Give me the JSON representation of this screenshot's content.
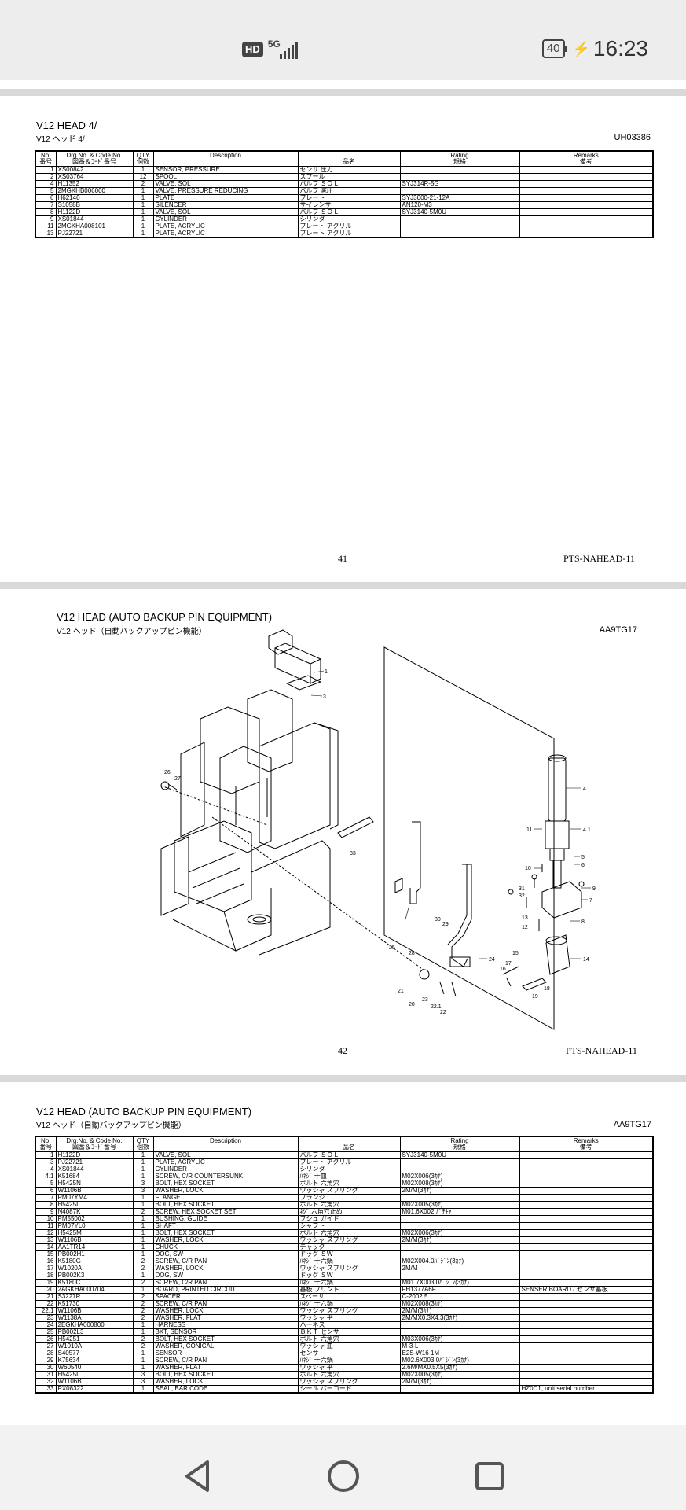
{
  "status_bar": {
    "hd_label": "HD",
    "network_label": "5G",
    "battery": "40",
    "time": "16:23"
  },
  "page1": {
    "title": "V12 HEAD  4/",
    "subtitle": "V12 ヘッド  4/",
    "doc_code": "UH03386",
    "page_number": "41",
    "doc_id": "PTS-NAHEAD-11",
    "columns": {
      "no": "No.",
      "no_jp": "番号",
      "code": "Drg.No. & Code No.",
      "code_jp": "図番＆ｺｰﾄﾞ番号",
      "qty": "QTY",
      "qty_jp": "個数",
      "desc": "Description",
      "name_jp": "品名",
      "rating": "Rating",
      "rating_jp": "規格",
      "remarks": "Remarks",
      "remarks_jp": "備考"
    },
    "rows": [
      {
        "no": "1",
        "code": "XS00842",
        "qty": "1",
        "desc": "SENSOR, PRESSURE",
        "jp": "センサ  圧力",
        "rating": "",
        "remarks": ""
      },
      {
        "no": "2",
        "code": "XS03764",
        "qty": "12",
        "desc": "SPOOL",
        "jp": "スプール",
        "rating": "",
        "remarks": ""
      },
      {
        "no": "4",
        "code": "H11352",
        "qty": "2",
        "desc": "VALVE, SOL",
        "jp": "バルブ  ＳＯＬ",
        "rating": "SYJ314R-5G",
        "remarks": ""
      },
      {
        "no": "5",
        "code": "2MGKHB006000",
        "qty": "1",
        "desc": "VALVE, PRESSURE REDUCING",
        "jp": "バルブ  減圧",
        "rating": "",
        "remarks": ""
      },
      {
        "no": "6",
        "code": "H62140",
        "qty": "1",
        "desc": "PLATE",
        "jp": "プレート",
        "rating": "SYJ3000-21-12A",
        "remarks": ""
      },
      {
        "no": "7",
        "code": "S1058B",
        "qty": "1",
        "desc": "SILENCER",
        "jp": "サイレンサ",
        "rating": "AN120-M3",
        "remarks": ""
      },
      {
        "no": "8",
        "code": "H1122D",
        "qty": "1",
        "desc": "VALVE, SOL",
        "jp": "バルブ  ＳＯＬ",
        "rating": "SYJ3140-5M0U",
        "remarks": ""
      },
      {
        "no": "9",
        "code": "XS01844",
        "qty": "1",
        "desc": "CYLINDER",
        "jp": "シリンダ",
        "rating": "",
        "remarks": ""
      },
      {
        "no": "11",
        "code": "2MGKHA008101",
        "qty": "1",
        "desc": "PLATE, ACRYLIC",
        "jp": "プレート  アクリル",
        "rating": "",
        "remarks": ""
      },
      {
        "no": "13",
        "code": "PJ22721",
        "qty": "1",
        "desc": "PLATE, ACRYLIC",
        "jp": "プレート  アクリル",
        "rating": "",
        "remarks": ""
      }
    ]
  },
  "page2": {
    "title": "V12 HEAD (AUTO BACKUP PIN EQUIPMENT)",
    "subtitle": "V12 ヘッド（自動バックアップピン機能）",
    "doc_code": "AA9TG17",
    "page_number": "42",
    "doc_id": "PTS-NAHEAD-11",
    "callouts": [
      "1",
      "3",
      "4",
      "4.1",
      "5",
      "6",
      "7",
      "8",
      "9",
      "10",
      "11",
      "12",
      "13",
      "14",
      "15",
      "16",
      "17",
      "18",
      "19",
      "20",
      "21",
      "22",
      "22.1",
      "23",
      "24",
      "25",
      "26",
      "27",
      "28",
      "29",
      "30",
      "31",
      "32",
      "33"
    ]
  },
  "page3": {
    "title": "V12 HEAD (AUTO BACKUP PIN EQUIPMENT)",
    "subtitle": "V12 ヘッド（自動バックアップピン機能）",
    "doc_code": "AA9TG17",
    "rows": [
      {
        "no": "1",
        "code": "H1122D",
        "qty": "1",
        "desc": "VALVE, SOL",
        "jp": "バルブ  ＳＯＬ",
        "rating": "SYJ3140-5M0U",
        "remarks": ""
      },
      {
        "no": "3",
        "code": "PJ22721",
        "qty": "1",
        "desc": "PLATE, ACRYLIC",
        "jp": "プレート  アクリル",
        "rating": "",
        "remarks": ""
      },
      {
        "no": "4",
        "code": "XS01844",
        "qty": "1",
        "desc": "CYLINDER",
        "jp": "シリンダ",
        "rating": "",
        "remarks": ""
      },
      {
        "no": "4.1",
        "code": "K51684",
        "qty": "1",
        "desc": "SCREW, C/R COUNTERSUNK",
        "jp": "ﾊﾈｼﾞ  十皿",
        "rating": "M02X006(3ｶﾅ)",
        "remarks": ""
      },
      {
        "no": "5",
        "code": "H5425N",
        "qty": "3",
        "desc": "BOLT, HEX SOCKET",
        "jp": "ボルト  六角穴",
        "rating": "M02X008(3ｶﾅ)",
        "remarks": ""
      },
      {
        "no": "6",
        "code": "W1106B",
        "qty": "3",
        "desc": "WASHER, LOCK",
        "jp": "ワッシャ  スプリング",
        "rating": "2M/M(3ｶﾅ)",
        "remarks": ""
      },
      {
        "no": "7",
        "code": "PM07YM4",
        "qty": "1",
        "desc": "FLANGE",
        "jp": "フランジ",
        "rating": "",
        "remarks": ""
      },
      {
        "no": "8",
        "code": "H5425L",
        "qty": "1",
        "desc": "BOLT, HEX SOCKET",
        "jp": "ボルト  六角穴",
        "rating": "M02X005(3ｶﾅ)",
        "remarks": ""
      },
      {
        "no": "9",
        "code": "N4087K",
        "qty": "2",
        "desc": "SCREW, HEX SOCKET SET",
        "jp": "ﾈｼﾞ  六角穴止め",
        "rating": "M01.6X002 ｶﾞﾁｷｬ",
        "remarks": ""
      },
      {
        "no": "10",
        "code": "PM55002",
        "qty": "1",
        "desc": "BUSHING, GUIDE",
        "jp": "ブシュ  ガイド",
        "rating": "",
        "remarks": ""
      },
      {
        "no": "11",
        "code": "PM07YL0",
        "qty": "1",
        "desc": "SHAFT",
        "jp": "シャフト",
        "rating": "",
        "remarks": ""
      },
      {
        "no": "12",
        "code": "H5425M",
        "qty": "1",
        "desc": "BOLT, HEX SOCKET",
        "jp": "ボルト  六角穴",
        "rating": "M02X006(3ｶﾅ)",
        "remarks": ""
      },
      {
        "no": "13",
        "code": "W1106B",
        "qty": "1",
        "desc": "WASHER, LOCK",
        "jp": "ワッシャ  スプリング",
        "rating": "2M/M(3ｶﾅ)",
        "remarks": ""
      },
      {
        "no": "14",
        "code": "AA1TR14",
        "qty": "1",
        "desc": "CHUCK",
        "jp": "チャック",
        "rating": "",
        "remarks": ""
      },
      {
        "no": "15",
        "code": "PB002H1",
        "qty": "1",
        "desc": "DOG, SW",
        "jp": "ドッグ  ＳＷ",
        "rating": "",
        "remarks": ""
      },
      {
        "no": "16",
        "code": "K5180G",
        "qty": "2",
        "desc": "SCREW, C/R PAN",
        "jp": "ﾊﾈｼﾞ  十六鍋",
        "rating": "M02X004.0ﾊﾞｼﾞﾝ(3ｶﾅ)",
        "remarks": ""
      },
      {
        "no": "17",
        "code": "W1020A",
        "qty": "2",
        "desc": "WASHER, LOCK",
        "jp": "ワッシャ  スプリング",
        "rating": "2M/M",
        "remarks": ""
      },
      {
        "no": "18",
        "code": "PB002K3",
        "qty": "1",
        "desc": "DOG, SW",
        "jp": "ドッグ  ＳＷ",
        "rating": "",
        "remarks": ""
      },
      {
        "no": "19",
        "code": "K5180C",
        "qty": "2",
        "desc": "SCREW, C/R PAN",
        "jp": "ﾊﾈｼﾞ  十六鍋",
        "rating": "M01.7X003.0ﾊﾞｼﾞﾝ(3ｶﾅ)",
        "remarks": ""
      },
      {
        "no": "20",
        "code": "2AGKHA000704",
        "qty": "1",
        "desc": "BOARD, PRINTED CIRCUIT",
        "jp": "基板  プリント",
        "rating": "FH1377A6F",
        "remarks": "SENSER BOARD / センサ基板"
      },
      {
        "no": "21",
        "code": "S3227R",
        "qty": "2",
        "desc": "SPACER",
        "jp": "スペーサ",
        "rating": "C-2002.5",
        "remarks": ""
      },
      {
        "no": "22",
        "code": "K51730",
        "qty": "2",
        "desc": "SCREW, C/R PAN",
        "jp": "ﾊﾈｼﾞ  十六鍋",
        "rating": "M02X008(3ｶﾅ)",
        "remarks": ""
      },
      {
        "no": "22.1",
        "code": "W1106B",
        "qty": "2",
        "desc": "WASHER, LOCK",
        "jp": "ワッシャ  スプリング",
        "rating": "2M/M(3ｶﾅ)",
        "remarks": ""
      },
      {
        "no": "23",
        "code": "W1138A",
        "qty": "2",
        "desc": "WASHER, FLAT",
        "jp": "ワッシャ  平",
        "rating": "2M/MX0.3X4.3(3ｶﾅ)",
        "remarks": ""
      },
      {
        "no": "24",
        "code": "2EGKHA000800",
        "qty": "1",
        "desc": "HARNESS",
        "jp": "ハーネス",
        "rating": "",
        "remarks": ""
      },
      {
        "no": "25",
        "code": "PB002L3",
        "qty": "1",
        "desc": "BKT, SENSOR",
        "jp": "ＢＫＴ  センサ",
        "rating": "",
        "remarks": ""
      },
      {
        "no": "26",
        "code": "H54251",
        "qty": "2",
        "desc": "BOLT, HEX SOCKET",
        "jp": "ボルト  六角穴",
        "rating": "M03X006(3ｶﾅ)",
        "remarks": ""
      },
      {
        "no": "27",
        "code": "W1010A",
        "qty": "2",
        "desc": "WASHER, CONICAL",
        "jp": "ワッシャ  皿",
        "rating": "M-3-L",
        "remarks": ""
      },
      {
        "no": "28",
        "code": "S40577",
        "qty": "1",
        "desc": "SENSOR",
        "jp": "センサ",
        "rating": "E2S-W16 1M",
        "remarks": ""
      },
      {
        "no": "29",
        "code": "K75634",
        "qty": "1",
        "desc": "SCREW, C/R PAN",
        "jp": "ﾊﾈｼﾞ  十六鍋",
        "rating": "M02.6X003.0ﾊﾞｼﾞﾝ(3ｶﾅ)",
        "remarks": ""
      },
      {
        "no": "30",
        "code": "W60540",
        "qty": "1",
        "desc": "WASHER, FLAT",
        "jp": "ワッシャ  平",
        "rating": "2.6M/MX0.5X5(3ｶﾅ)",
        "remarks": ""
      },
      {
        "no": "31",
        "code": "H5425L",
        "qty": "3",
        "desc": "BOLT, HEX SOCKET",
        "jp": "ボルト  六角穴",
        "rating": "M02X005(3ｶﾅ)",
        "remarks": ""
      },
      {
        "no": "32",
        "code": "W1106B",
        "qty": "3",
        "desc": "WASHER, LOCK",
        "jp": "ワッシャ  スプリング",
        "rating": "2M/M(3ｶﾅ)",
        "remarks": ""
      },
      {
        "no": "33",
        "code": "PX08322",
        "qty": "1",
        "desc": "SEAL, BAR CODE",
        "jp": "シール  バーコード",
        "rating": "",
        "remarks": "HZ0D1, unit serial number"
      }
    ]
  },
  "nav": {
    "back": "back-icon",
    "home": "home-icon",
    "recents": "recents-icon"
  }
}
